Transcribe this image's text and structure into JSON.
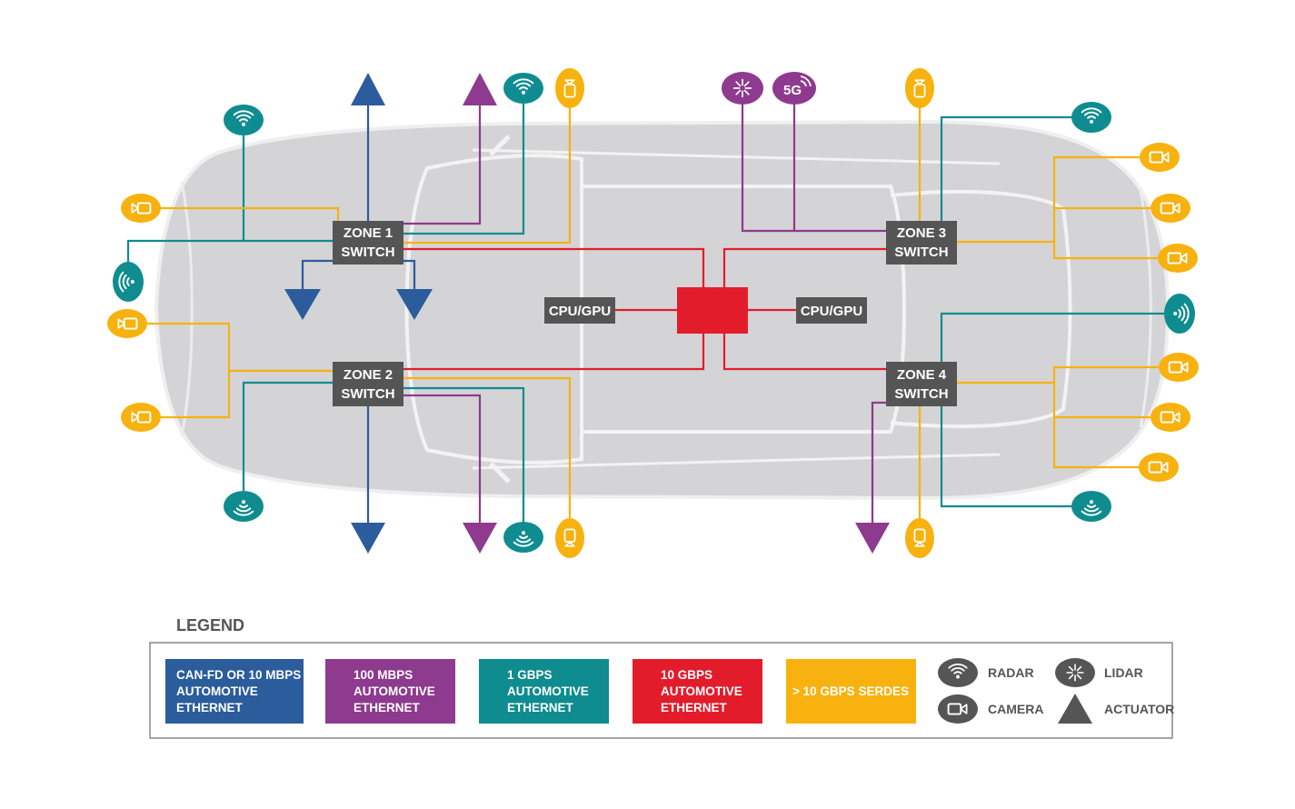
{
  "colors": {
    "can": "#2b5c9c",
    "mbps100": "#8e3a8e",
    "gbps1": "#0f8c8f",
    "gbps10": "#e31c2c",
    "serdes": "#f7b20f",
    "switch_bg": "#555555",
    "car": "#d4d4d6",
    "car_outline": "#f4f4f4"
  },
  "switches": {
    "zone1": [
      "ZONE 1",
      "SWITCH"
    ],
    "zone2": [
      "ZONE 2",
      "SWITCH"
    ],
    "zone3": [
      "ZONE 3",
      "SWITCH"
    ],
    "zone4": [
      "ZONE 4",
      "SWITCH"
    ]
  },
  "cpu": {
    "left": "CPU/GPU",
    "right": "CPU/GPU"
  },
  "fiveg_label": "5G",
  "legend": {
    "title": "LEGEND",
    "boxes": [
      {
        "lines": [
          "CAN-FD OR 10 MBPS",
          "AUTOMOTIVE",
          "ETHERNET"
        ]
      },
      {
        "lines": [
          "100 MBPS",
          "AUTOMOTIVE",
          "ETHERNET"
        ]
      },
      {
        "lines": [
          "1 GBPS",
          "AUTOMOTIVE",
          "ETHERNET"
        ]
      },
      {
        "lines": [
          "10 GBPS",
          "AUTOMOTIVE",
          "ETHERNET"
        ]
      },
      {
        "lines": [
          "> 10 GBPS SERDES"
        ]
      }
    ],
    "icons": {
      "radar": "RADAR",
      "lidar": "LIDAR",
      "camera": "CAMERA",
      "actuator": "ACTUATOR"
    }
  }
}
